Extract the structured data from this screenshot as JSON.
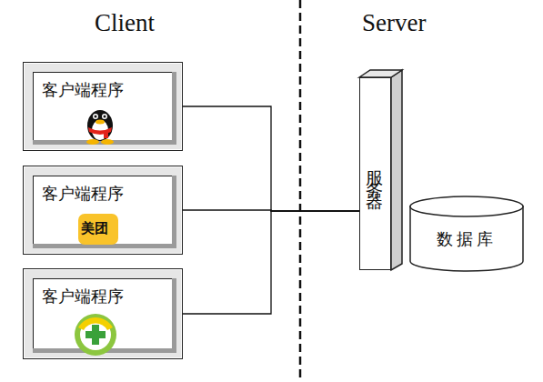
{
  "diagram": {
    "nodes": [
      {
        "text": [
          "客户端程序"
        ]
      },
      {
        "text": [
          "客户端程序"
        ]
      },
      {
        "text": [
          "客户端程序"
        ]
      },
      {
        "text": [
          "服务器"
        ]
      },
      {
        "text": [
          "数据库"
        ]
      }
    ],
    "edges": [
      {
        "from": 0,
        "to": 3,
        "arrow": "none"
      },
      {
        "from": 1,
        "to": 3,
        "arrow": "none"
      },
      {
        "from": 2,
        "to": 3,
        "arrow": "none"
      }
    ],
    "labels": [
      "Client",
      "Server",
      "美团"
    ]
  }
}
